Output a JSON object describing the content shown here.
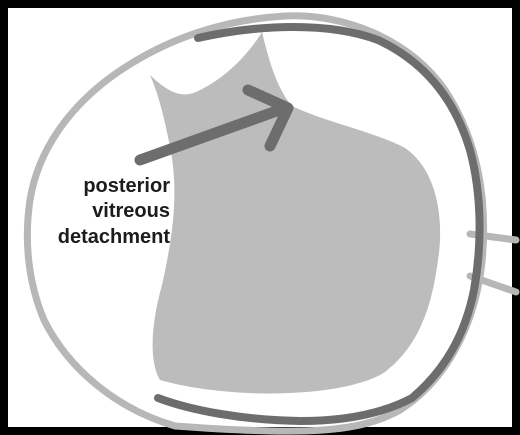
{
  "diagram": {
    "label_lines": [
      "posterior",
      "vitreous",
      "detachment"
    ]
  },
  "colors": {
    "frame": "#000000",
    "eye_outline": "#b7b7b7",
    "retina_band": "#6d6d6d",
    "vitreous_gel": "#bcbcbc",
    "optic_nerve": "#b7b7b7",
    "arrow": "#6d6d6d",
    "label_text": "#1c1c1c"
  }
}
